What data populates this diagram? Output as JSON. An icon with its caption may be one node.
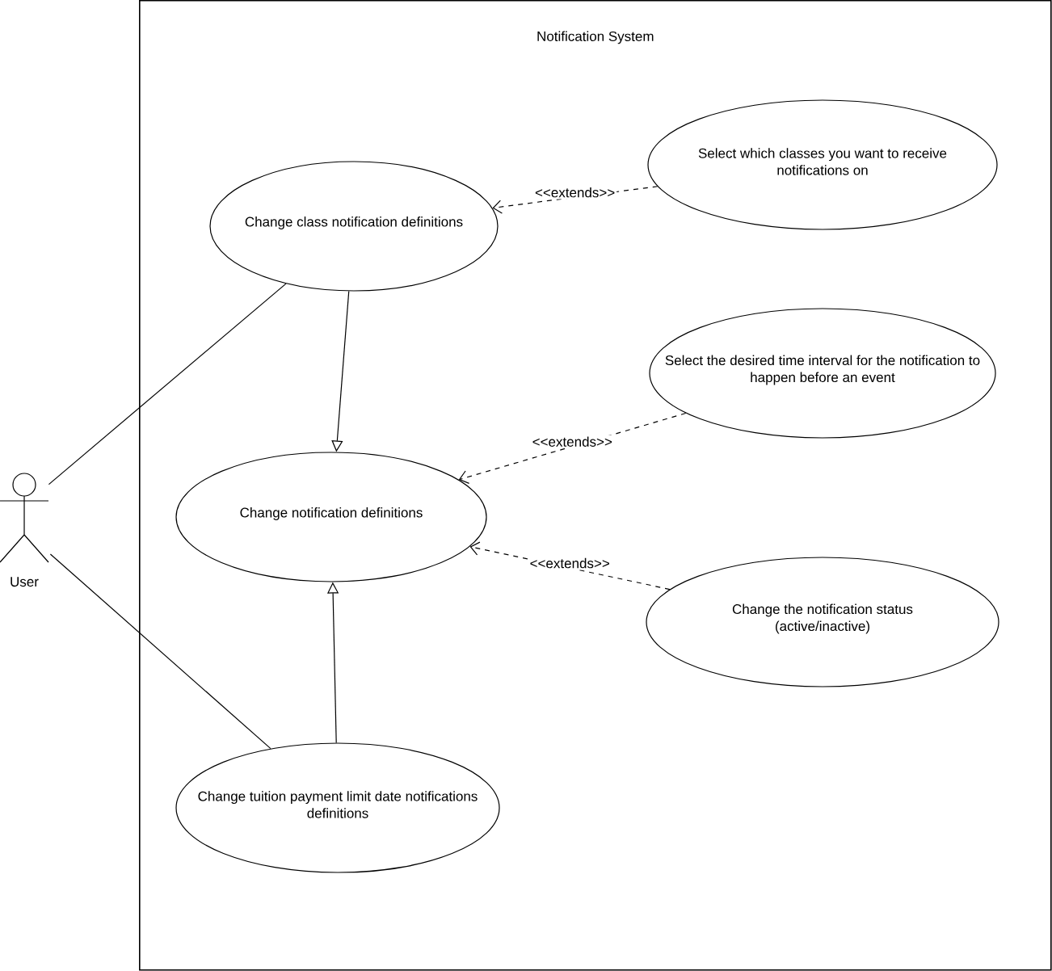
{
  "diagram": {
    "nodes": [
      {
        "text": [
          "Notification System"
        ]
      },
      {
        "text": [
          "User"
        ]
      },
      {
        "text": [
          "Change class notification definitions"
        ],
        "in": 0
      },
      {
        "text": [
          "Select which classes you want to receive notifications on"
        ],
        "in": 0
      },
      {
        "text": [
          "Change notification definitions"
        ],
        "in": 0
      },
      {
        "text": [
          "Select the desired time interval for the notification to happen before an event"
        ],
        "in": 0
      },
      {
        "text": [
          "Change the notification status (active/inactive)"
        ],
        "in": 0
      },
      {
        "text": [
          "Change tuition payment limit date notifications definitions"
        ],
        "in": 0
      }
    ],
    "edges": [
      {
        "from": 1,
        "to": 2,
        "arrow": "none"
      },
      {
        "from": 1,
        "to": 7,
        "arrow": "none"
      },
      {
        "from": 2,
        "to": 4,
        "arrow": "to"
      },
      {
        "from": 7,
        "to": 4,
        "arrow": "to"
      },
      {
        "from": 3,
        "to": 2,
        "arrow": "to",
        "style": "dashed",
        "label": "<<extends>>"
      },
      {
        "from": 5,
        "to": 4,
        "arrow": "to",
        "style": "dashed",
        "label": "<<extends>>"
      },
      {
        "from": 6,
        "to": 4,
        "arrow": "to",
        "style": "dashed",
        "label": "<<extends>>"
      }
    ]
  }
}
